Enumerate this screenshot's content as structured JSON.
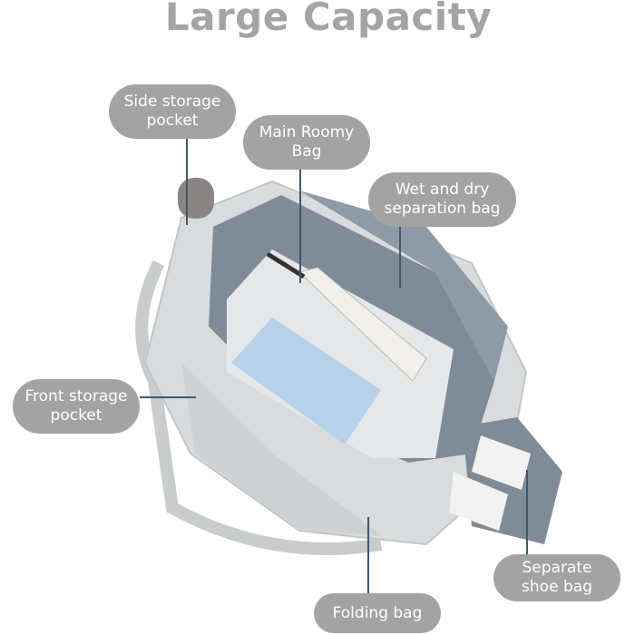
{
  "title": "Large Capacity",
  "labels": {
    "side_pocket": "Side storage\npocket",
    "main_bag": "Main Roomy\nBag",
    "wet_dry": "Wet and dry\nseparation bag",
    "front_pocket": "Front storage\npocket",
    "folding_bag": "Folding bag",
    "shoe_bag": "Separate\nshoe bag"
  },
  "colors": {
    "label_bg": "#a3a3a3",
    "label_text": "#ffffff",
    "title": "#a4a4a4",
    "leader_line": "#3d5870",
    "bag": "#d9dcdd",
    "bag_lining": "#7f8c98"
  }
}
